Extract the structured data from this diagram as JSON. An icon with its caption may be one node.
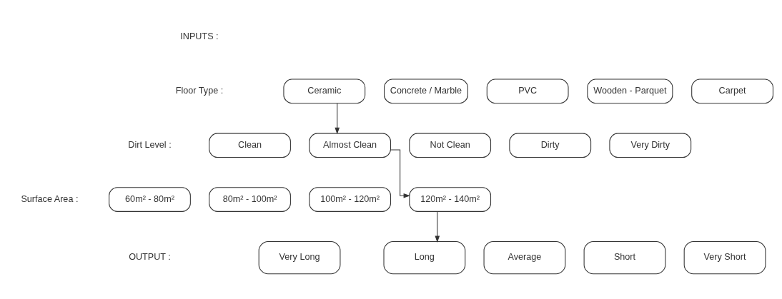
{
  "diagram": {
    "nodes": [
      {
        "text": [
          "Ceramic"
        ]
      },
      {
        "text": [
          "Concrete / Marble"
        ]
      },
      {
        "text": [
          "PVC"
        ]
      },
      {
        "text": [
          "Wooden - Parquet"
        ]
      },
      {
        "text": [
          "Carpet"
        ]
      },
      {
        "text": [
          "Clean"
        ]
      },
      {
        "text": [
          "Almost Clean"
        ]
      },
      {
        "text": [
          "Not Clean"
        ]
      },
      {
        "text": [
          "Dirty"
        ]
      },
      {
        "text": [
          "Very Dirty"
        ]
      },
      {
        "text": [
          "60m² - 80m²"
        ]
      },
      {
        "text": [
          "80m² - 100m²"
        ]
      },
      {
        "text": [
          "100m² - 120m²"
        ]
      },
      {
        "text": [
          "120m² - 140m²"
        ]
      },
      {
        "text": [
          "Very Long"
        ]
      },
      {
        "text": [
          "Long"
        ]
      },
      {
        "text": [
          "Average"
        ]
      },
      {
        "text": [
          "Short"
        ]
      },
      {
        "text": [
          "Very Short"
        ]
      }
    ],
    "edges": [
      {
        "from": 0,
        "to": 6,
        "arrow": "to"
      },
      {
        "from": 6,
        "to": 13,
        "arrow": "to"
      },
      {
        "from": 13,
        "to": 15,
        "arrow": "to"
      }
    ],
    "labels": [
      "INPUTS :",
      "Floor Type :",
      "Dirt Level :",
      "Surface Area :",
      "OUTPUT :"
    ]
  }
}
